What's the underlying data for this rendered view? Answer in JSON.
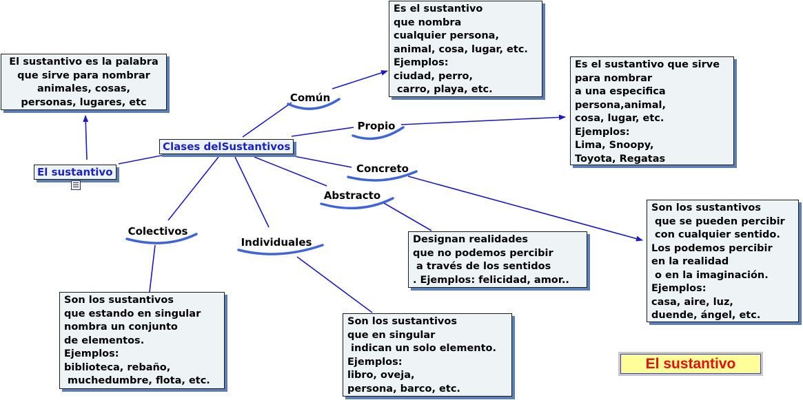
{
  "root": "El sustantivo",
  "hub": "Clases delSustantivos",
  "definition": "El sustantivo es la palabra\nque sirve para nombrar\nanimales, cosas,\npersonas, lugares, etc",
  "branches": {
    "comun": "Común",
    "propio": "Propio",
    "concreto": "Concreto",
    "abstracto": "Abstracto",
    "colectivos": "Colectivos",
    "individuales": "Individuales"
  },
  "descriptions": {
    "comun": "Es el sustantivo\nque nombra\ncualquier persona,\nanimal, cosa, lugar, etc.\nEjemplos:\nciudad, perro,\n carro, playa, etc.",
    "propio": "Es el sustantivo que sirve\npara nombrar\na una especifica\npersona,animal,\ncosa, lugar, etc.\nEjemplos:\nLima, Snoopy,\nToyota, Regatas",
    "concreto": "Son los sustantivos\n que se pueden percibir\n con cualquier sentido.\nLos podemos percibir\nen la realidad\n o en la imaginación.\nEjemplos:\ncasa, aire, luz,\nduende, ángel, etc.",
    "abstracto": "Designan realidades\nque no podemos percibir\n a través de los sentidos\n. Ejemplos: felicidad, amor..",
    "colectivos": "Son los sustantivos\nque estando en singular\nnombra un conjunto\nde elementos.\nEjemplos:\nbiblioteca, rebaño,\n muchedumbre, flota, etc.",
    "individuales": "Son los sustantivos\nque en singular\n indican un solo elemento.\nEjemplos:\nlibro, oveja,\npersona, barco, etc."
  },
  "title": "El sustantivo",
  "colors": {
    "line": "#1a1ac8",
    "arc": "#3d64d8",
    "shadow": "#5b7fb5",
    "title_text": "#e01010",
    "title_bg": "#ffff99"
  }
}
